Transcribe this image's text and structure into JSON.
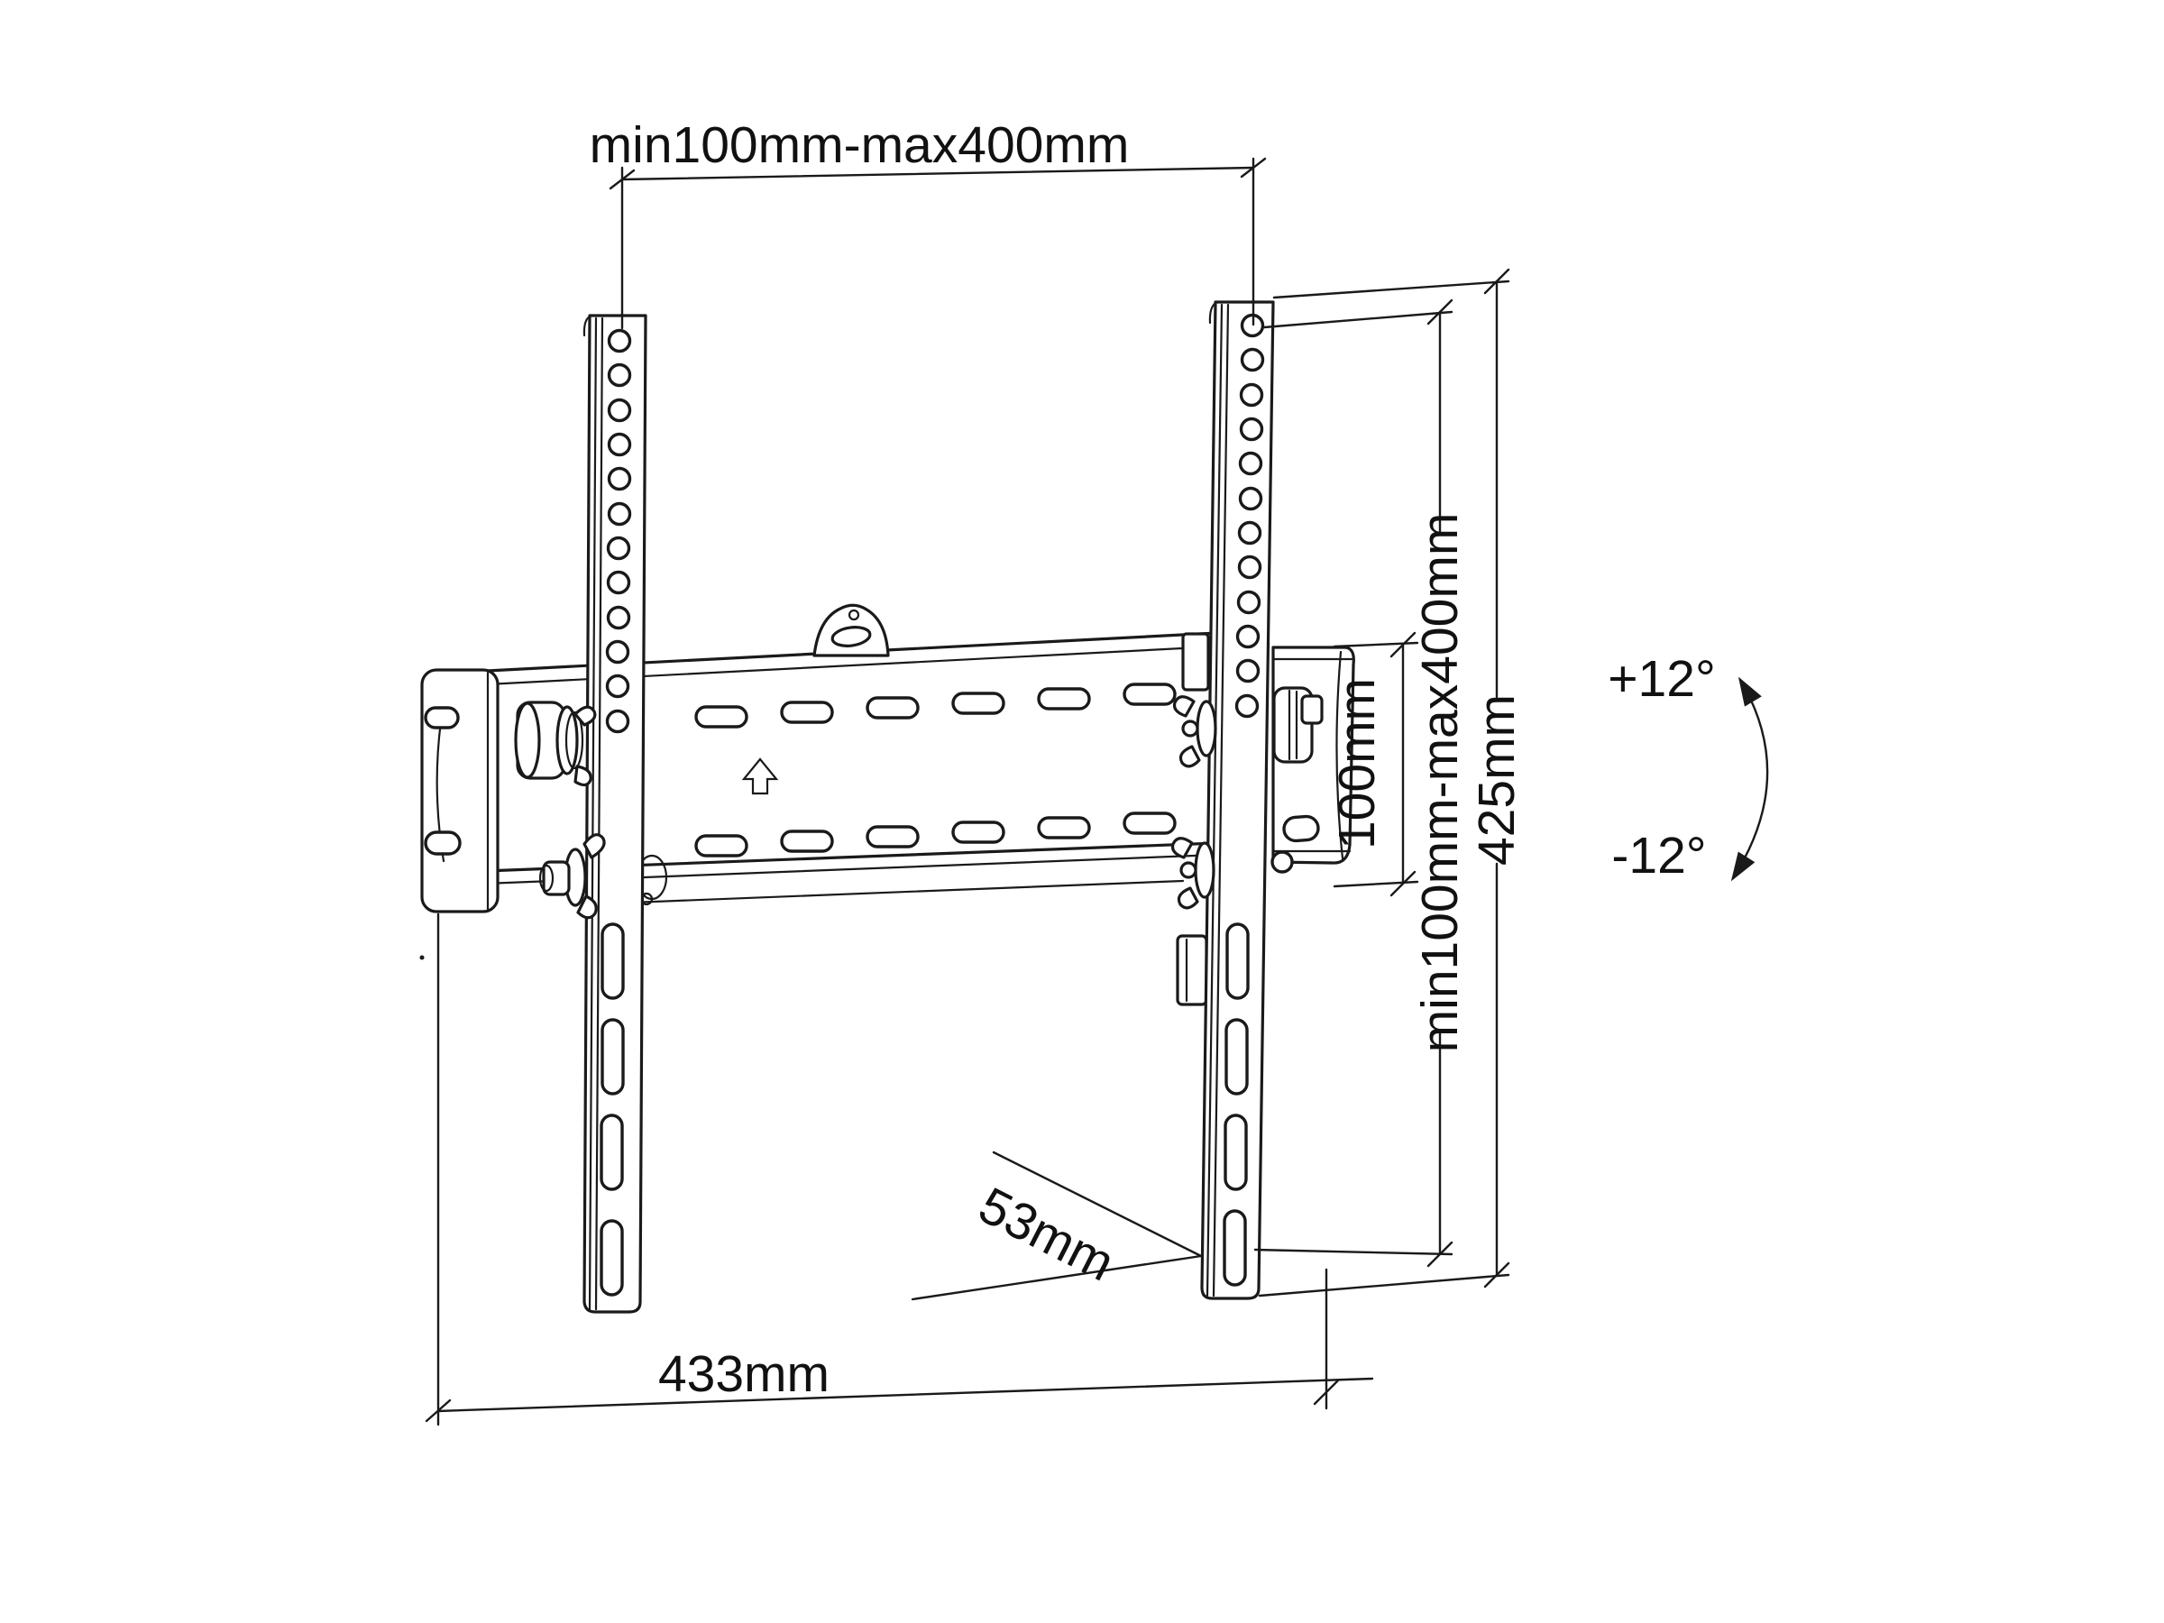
{
  "page": {
    "background": "#ffffff",
    "line_color": "#1a1a1a",
    "text_color": "#111111"
  },
  "diagram": {
    "type": "technical-drawing",
    "subject": "tilting TV wall-mount bracket with dimension annotations",
    "labels": {
      "top_span": "min100mm-max400mm",
      "vesa_vertical": "min100mm-max400mm",
      "total_height": "425mm",
      "plate_height": "100mm",
      "depth": "53mm",
      "total_width": "433mm",
      "tilt_up": "+12°",
      "tilt_down": "-12°"
    },
    "icons": {
      "up_arrow_icon": "⇧"
    }
  }
}
